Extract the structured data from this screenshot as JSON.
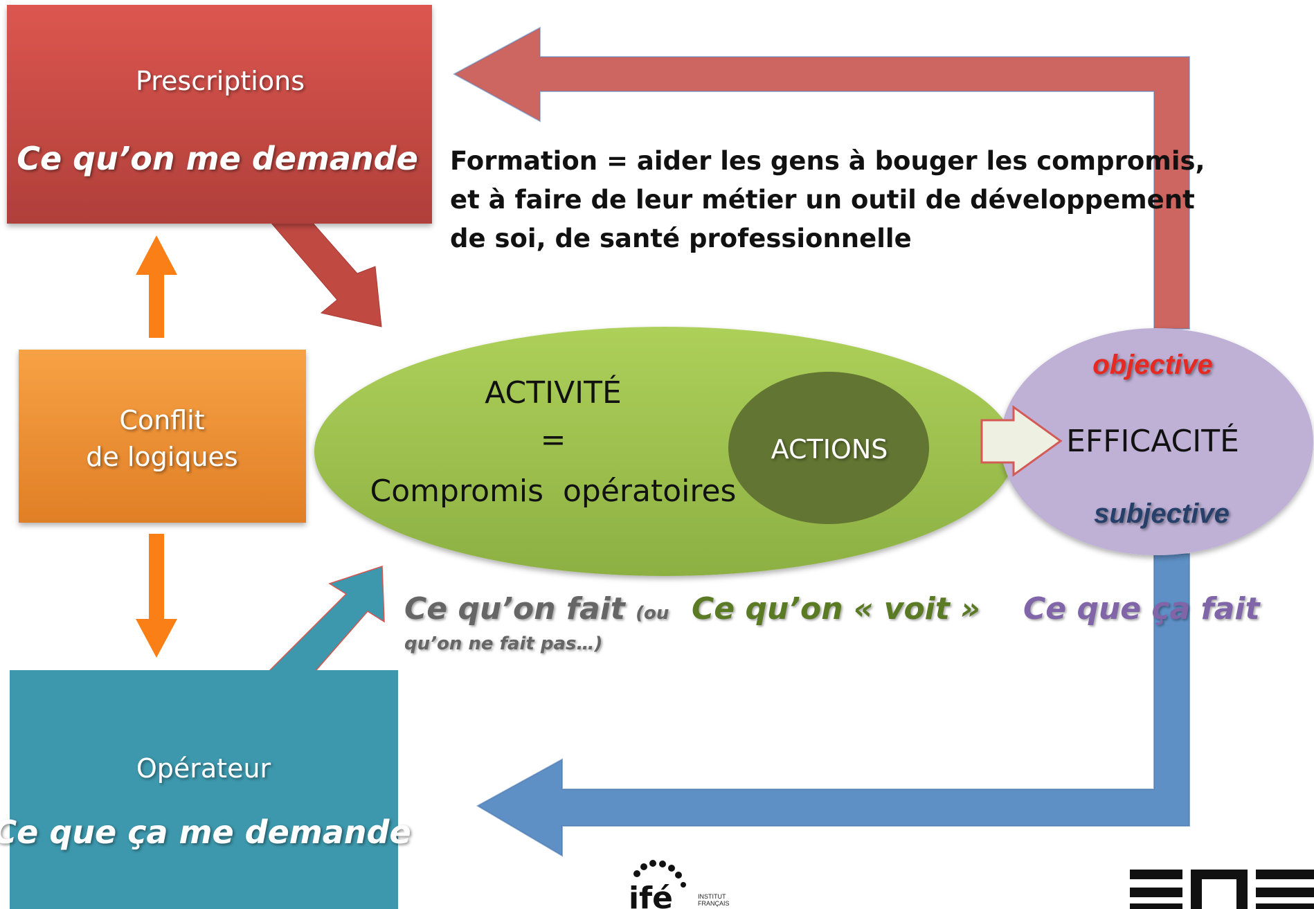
{
  "prescriptions": {
    "title": "Prescriptions",
    "subtitle": "Ce qu’on me demande"
  },
  "conflit": {
    "line1": "Conflit",
    "line2": "de logiques"
  },
  "operateur": {
    "title": "Opérateur",
    "subtitle": "Ce que ça me demande"
  },
  "formation": {
    "line1": "Formation = aider les gens à bouger les compromis,",
    "line2": "et à faire de leur métier un outil de développement",
    "line3": "de soi, de santé professionnelle"
  },
  "activite": {
    "title": "ACTIVITÉ",
    "equals": "=",
    "compromis": "Compromis  opératoires"
  },
  "actions": {
    "label": "ACTIONS"
  },
  "efficacite": {
    "objective": "objective",
    "label": "EFFICACITÉ",
    "subjective": "subjective"
  },
  "captions": {
    "fait": "Ce qu’on fait",
    "fait_note_1": "(ou",
    "fait_note_2": "qu’on ne fait pas…)",
    "voit": "Ce qu’on « voit »",
    "ca_fait": "Ce que ça fait"
  },
  "logos": {
    "ife_mark": "ifé",
    "ife_text_1": "INSTITUT",
    "ife_text_2": "FRANÇAIS"
  },
  "colors": {
    "prescriptions_box": "#d2504a",
    "conflit_box": "#f1913a",
    "operateur_box": "#3d98ad",
    "activite_ellipse": "#9fc14f",
    "actions_ellipse": "#627532",
    "efficacite_ellipse": "#bfb1d6",
    "top_feedback_arrow": "#cd6560",
    "bottom_feedback_arrow": "#5e90c6",
    "orange_arrow": "#fb7f17",
    "objective": "#e42a21",
    "subjective": "#253f6b",
    "fait_caption": "#666666",
    "voit_caption": "#5a7a24",
    "ca_fait_caption": "#8066a9"
  }
}
